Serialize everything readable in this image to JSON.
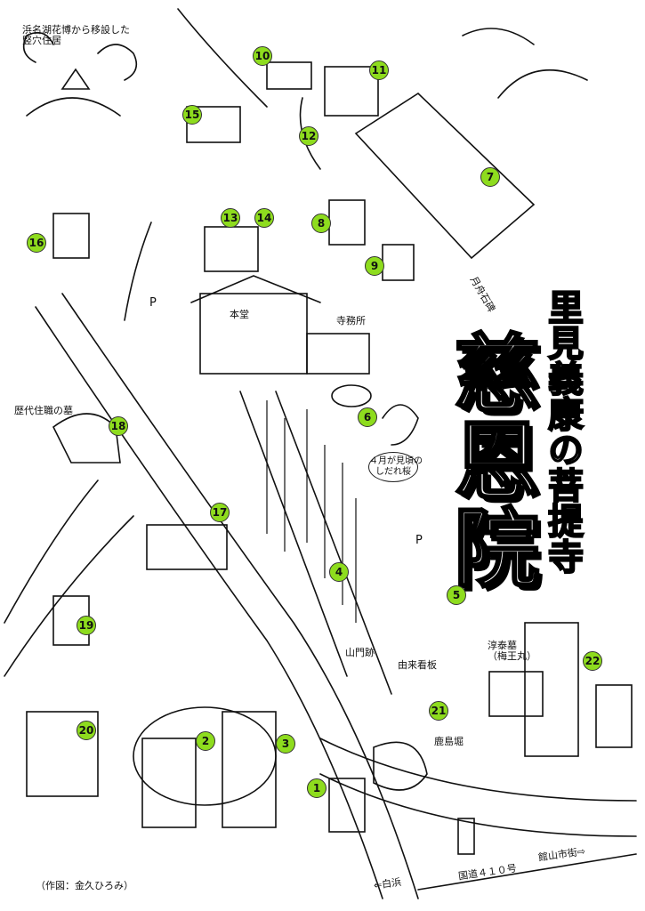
{
  "title": {
    "temple": "慈恩院",
    "subtitle": "里見義康の菩提寺"
  },
  "credit": "（作図：金久ひろみ）",
  "labels": {
    "pit_dwelling": "浜名湖花博から移設した\n竪穴住居",
    "hondo": "本堂",
    "office": "寺務所",
    "successive_priests": "歴代住職の墓",
    "weeping_cherry": "４月が見頃の\nしだれ桜",
    "sanmon_ruins": "山門跡",
    "origin_sign": "由来看板",
    "atsuyasu_grave": "淳泰墓\n（梅王丸）",
    "kashima_moat": "鹿島堀",
    "route410": "国道４１０号",
    "to_shirahama": "⇐白浜",
    "to_tateyama": "館山市街⇨",
    "moon_boat_stone": "月舟石碑",
    "parking": "P"
  },
  "markers": [
    "1",
    "2",
    "3",
    "4",
    "5",
    "6",
    "7",
    "8",
    "9",
    "10",
    "11",
    "12",
    "13",
    "14",
    "15",
    "16",
    "17",
    "18",
    "19",
    "20",
    "21",
    "22"
  ]
}
